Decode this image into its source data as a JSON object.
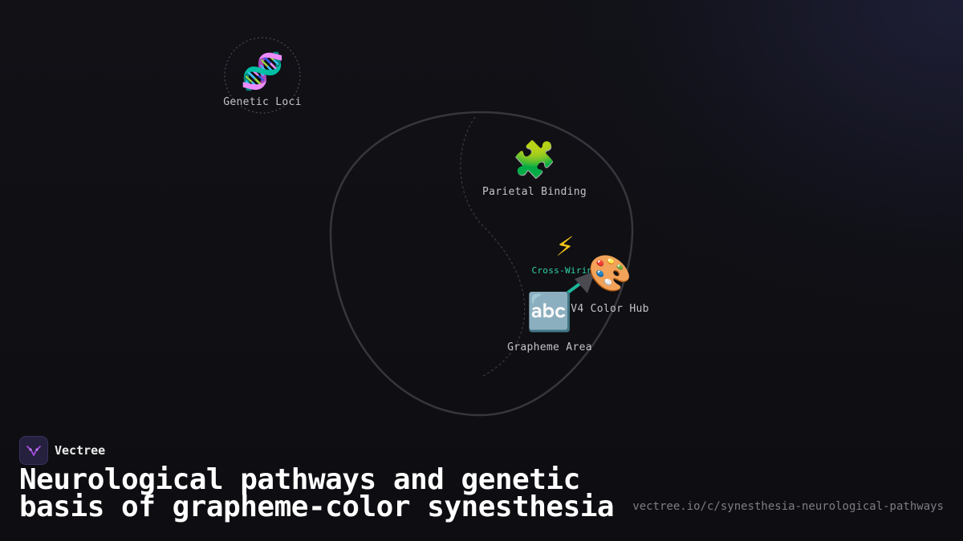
{
  "brand": {
    "name": "Vectree"
  },
  "title": "Neurological pathways and genetic basis of grapheme-color synesthesia",
  "url": "vectree.io/c/synesthesia-neurological-pathways",
  "nodes": [
    {
      "id": "genetic-loci",
      "emoji": "🧬",
      "label": "Genetic Loci"
    },
    {
      "id": "parietal-binding",
      "emoji": "🧩",
      "label": "Parietal Binding"
    },
    {
      "id": "cross-wiring",
      "emoji": "⚡",
      "label": "Cross-Wiring"
    },
    {
      "id": "v4-color-hub",
      "emoji": "🎨",
      "label": "V4 Color Hub"
    },
    {
      "id": "grapheme-area",
      "emoji": "🔤",
      "label": "Grapheme Area"
    }
  ],
  "colors": {
    "background": "#0f0f14",
    "brain_outline": "#3a3a40",
    "link_accent": "#1fb59a",
    "cross_wiring_label": "#2fd3a8",
    "logo_accent": "#a64de0"
  }
}
